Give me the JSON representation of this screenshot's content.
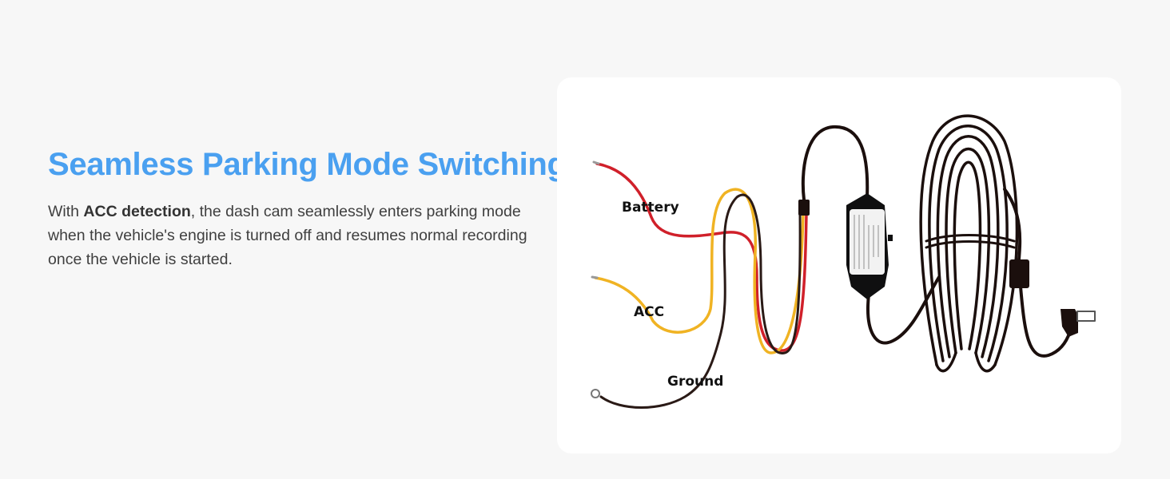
{
  "heading": "Seamless Parking Mode Switching",
  "description": {
    "prefix": "With ",
    "emphasis": "ACC detection",
    "suffix": ", the dash cam seamlessly enters parking mode when the vehicle's engine is turned off and resumes normal recording once the vehicle is started."
  },
  "diagram": {
    "labels": {
      "battery": "Battery",
      "acc": "ACC",
      "ground": "Ground"
    },
    "wire_colors": {
      "battery": "#d0202a",
      "acc": "#f0b323",
      "ground": "#2a1a16",
      "cable": "#1b0f0d"
    }
  },
  "colors": {
    "heading": "#4aa0f0",
    "background": "#f7f7f7",
    "card": "#ffffff"
  }
}
